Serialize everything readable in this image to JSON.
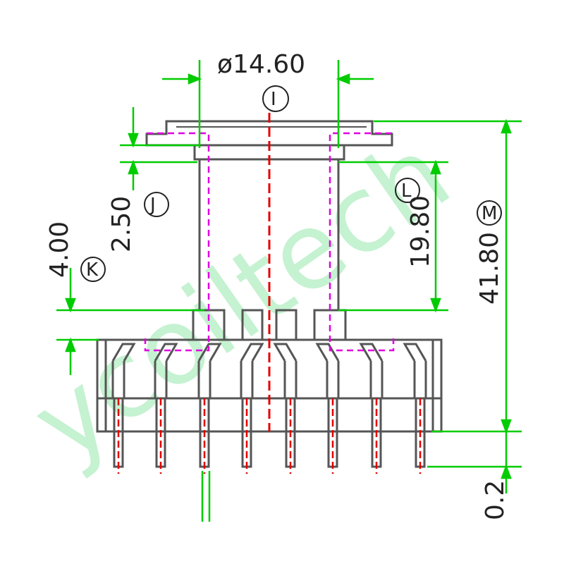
{
  "watermark": {
    "text": "ycoiltech",
    "color": "#7fe39a"
  },
  "colors": {
    "outline": "#555555",
    "dimension": "#00cc00",
    "centerline": "#e60000",
    "winding": "#e000e0"
  },
  "dimensions": {
    "diameter": "ø14.60",
    "flange_gap": "4.00",
    "flange_thickness": "2.50",
    "winding_height": "19.80",
    "overall_height": "41.80",
    "pin_offset": "0.2"
  },
  "markers": {
    "diameter": "I",
    "flange_thickness": "J",
    "flange_gap": "K",
    "winding_height": "L",
    "overall_height": "M"
  }
}
